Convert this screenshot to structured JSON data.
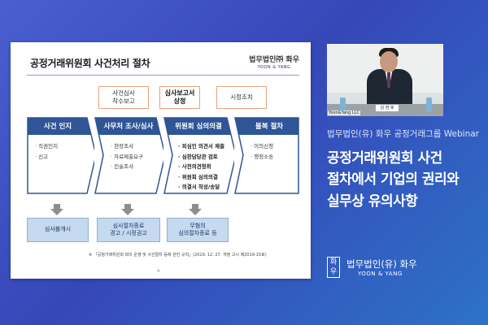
{
  "slide": {
    "title": "공정거래위원회 사건처리 절차",
    "logo_ko": "법무법인㈜ 화우",
    "logo_en": "YOON & YANG",
    "top_boxes": [
      {
        "text": "사건심사\n착수보고"
      },
      {
        "text": "심사보고서\n상정"
      },
      {
        "text": "시정조치"
      }
    ],
    "stages": [
      {
        "title": "사건 인지",
        "items": [
          "직권인지",
          "신고"
        ]
      },
      {
        "title": "사무처 조사/심사",
        "items": [
          "현장조사",
          "자료제출요구",
          "진술조사"
        ]
      },
      {
        "title": "위원회 심의의결",
        "items": [
          "피심인 의견서 제출",
          "심판담당관 검토",
          "사전의견청취",
          "위원회 심의의결",
          "의결서 작성/송달"
        ]
      },
      {
        "title": "불복 절차",
        "items": [
          "이의신청",
          "행정소송"
        ]
      }
    ],
    "bottom_boxes": [
      {
        "text": "심사불개시"
      },
      {
        "text": "심사절차종료\n경고 / 시정권고"
      },
      {
        "text": "무혐의\n심의절차종료 등"
      }
    ],
    "footnote": "※ 「공정거래위원회 회의 운영 및 사건절차 등에 관한 규칙」(2019. 12. 27. 개정 고시 제2019-15호)",
    "page_number": "4"
  },
  "video": {
    "caption": "Yoon&Yang LLC",
    "name_plate": "김 현 호"
  },
  "webinar": {
    "subtitle": "법무법인(유) 화우 공정거래그룹 Webinar",
    "title_lines": [
      "공정거래위원회 사건",
      "절차에서 기업의 권리와",
      "실무상 유의사항"
    ]
  },
  "brand": {
    "seal_top": "화",
    "seal_bottom": "우",
    "name_ko": "법무법인(유) 화우",
    "name_en": "YOON & YANG"
  },
  "colors": {
    "stage_fill": "#2f5597",
    "top_box_border": "#e6a27a",
    "bottom_box_fill": "#c5d9ef",
    "background_start": "#4a5fd0",
    "background_end": "#2d72c8"
  }
}
